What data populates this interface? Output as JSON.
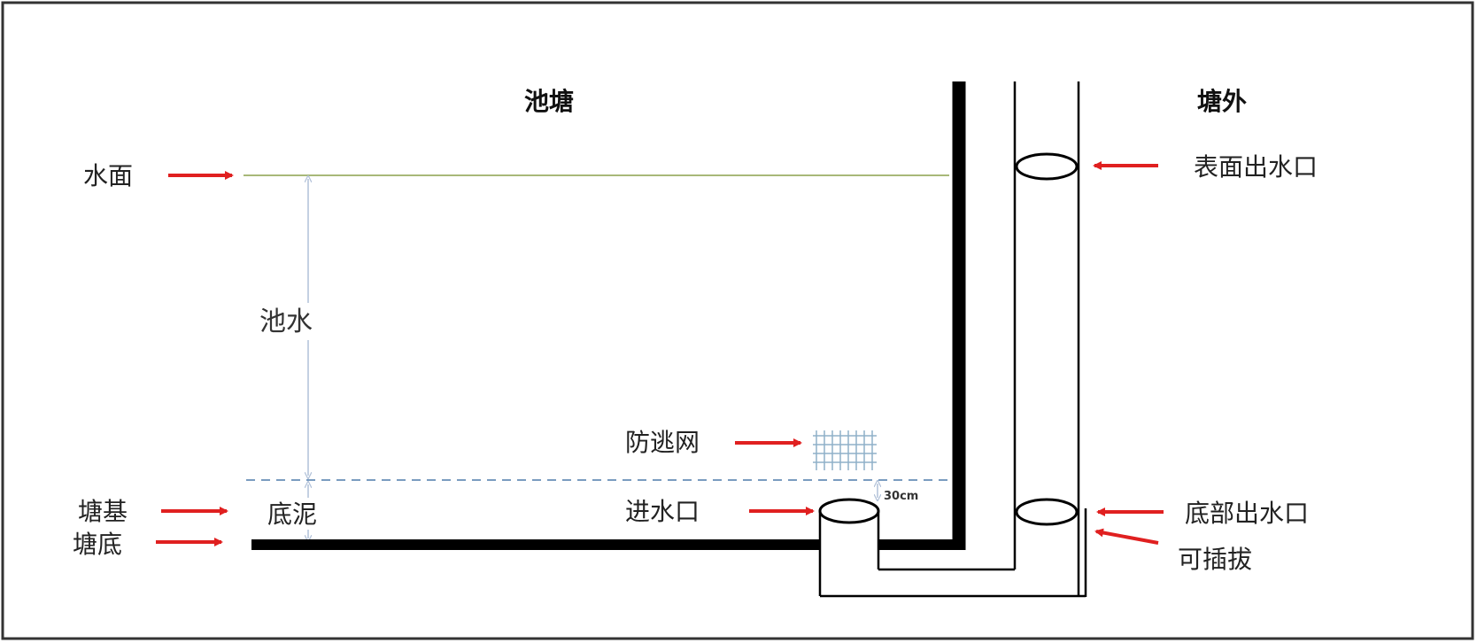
{
  "labels": {
    "pond": "池塘",
    "outside": "塘外",
    "water_surface": "水面",
    "pond_water": "池水",
    "bank": "塘基",
    "bottom_mud": "底泥",
    "pond_bottom": "塘底",
    "escape_net": "防逃网",
    "inlet": "进水口",
    "clearance": "30cm",
    "surface_outlet": "表面出水口",
    "bottom_outlet": "底部出水口",
    "removable": "可插拔"
  },
  "colors": {
    "arrow": "#e02020",
    "water_line": "#a8b878",
    "dashed_line": "#7a9cc0",
    "dimension": "#b0c0d8",
    "wall": "#000000",
    "net": "#8fb0c8",
    "frame": "#333333"
  },
  "icons": {
    "arrow": "red-arrow-icon",
    "net": "escape-net-icon",
    "pipe_opening": "pipe-opening-icon"
  }
}
